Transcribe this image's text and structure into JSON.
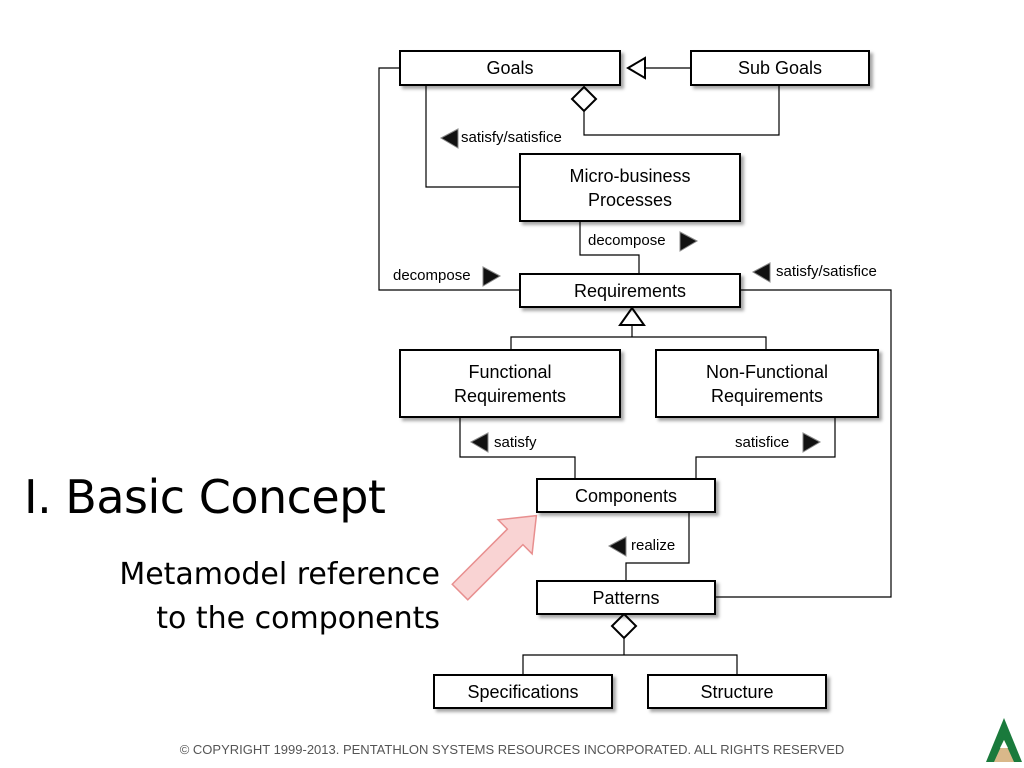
{
  "nodes": {
    "goals": "Goals",
    "sub_goals": "Sub Goals",
    "micro_business": "Micro-business\nProcesses",
    "requirements": "Requirements",
    "functional": "Functional\nRequirements",
    "non_functional": "Non-Functional\nRequirements",
    "components": "Components",
    "patterns": "Patterns",
    "specifications": "Specifications",
    "structure": "Structure"
  },
  "edge_labels": {
    "satisfy_satisfice_top": "satisfy/satisfice",
    "decompose_mid": "decompose",
    "decompose_left": "decompose",
    "satisfy_satisfice_right": "satisfy/satisfice",
    "satisfy": "satisfy",
    "satisfice": "satisfice",
    "realize": "realize"
  },
  "slide": {
    "title": "I. Basic Concept",
    "subtitle": "Metamodel reference\nto the components",
    "footer": "© COPYRIGHT 1999-2013. PENTATHLON SYSTEMS RESOURCES INCORPORATED. ALL RIGHTS RESERVED"
  },
  "colors": {
    "callout_arrow_fill": "#f9d3d3",
    "callout_arrow_stroke": "#e88f8f",
    "logo_green": "#1a7a3c",
    "logo_tan": "#d9b88a"
  }
}
